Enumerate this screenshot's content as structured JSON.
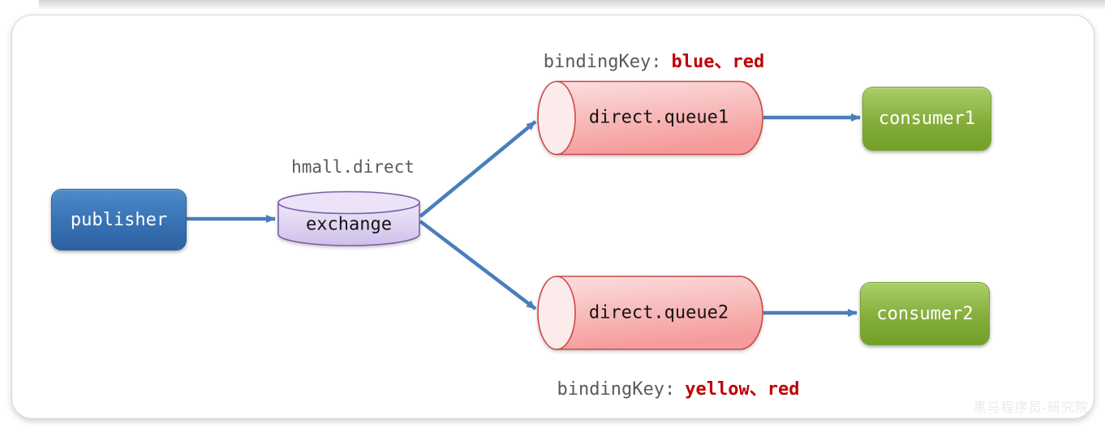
{
  "nodes": {
    "publisher": {
      "label": "publisher"
    },
    "exchange": {
      "title": "hmall.direct",
      "label": "exchange"
    },
    "queue1": {
      "label": "direct.queue1"
    },
    "queue2": {
      "label": "direct.queue2"
    },
    "consumer1": {
      "label": "consumer1"
    },
    "consumer2": {
      "label": "consumer2"
    }
  },
  "bindings": {
    "top": {
      "label": "bindingKey:",
      "keys": "blue、red"
    },
    "bottom": {
      "label": "bindingKey:",
      "keys": "yellow、red"
    }
  },
  "watermark": "黑马程序员-研究院",
  "colors": {
    "arrow": "#4a7ebd",
    "publisher_fill": "#3b76b8",
    "consumer_fill": "#85ad3b",
    "exchange_fill": "#ddd0f0",
    "exchange_border": "#7d5fa5",
    "queue_fill": "#f8a8a8",
    "queue_border": "#cc4747",
    "binding_keys_color": "#c00000",
    "muted_label_color": "#595959"
  }
}
